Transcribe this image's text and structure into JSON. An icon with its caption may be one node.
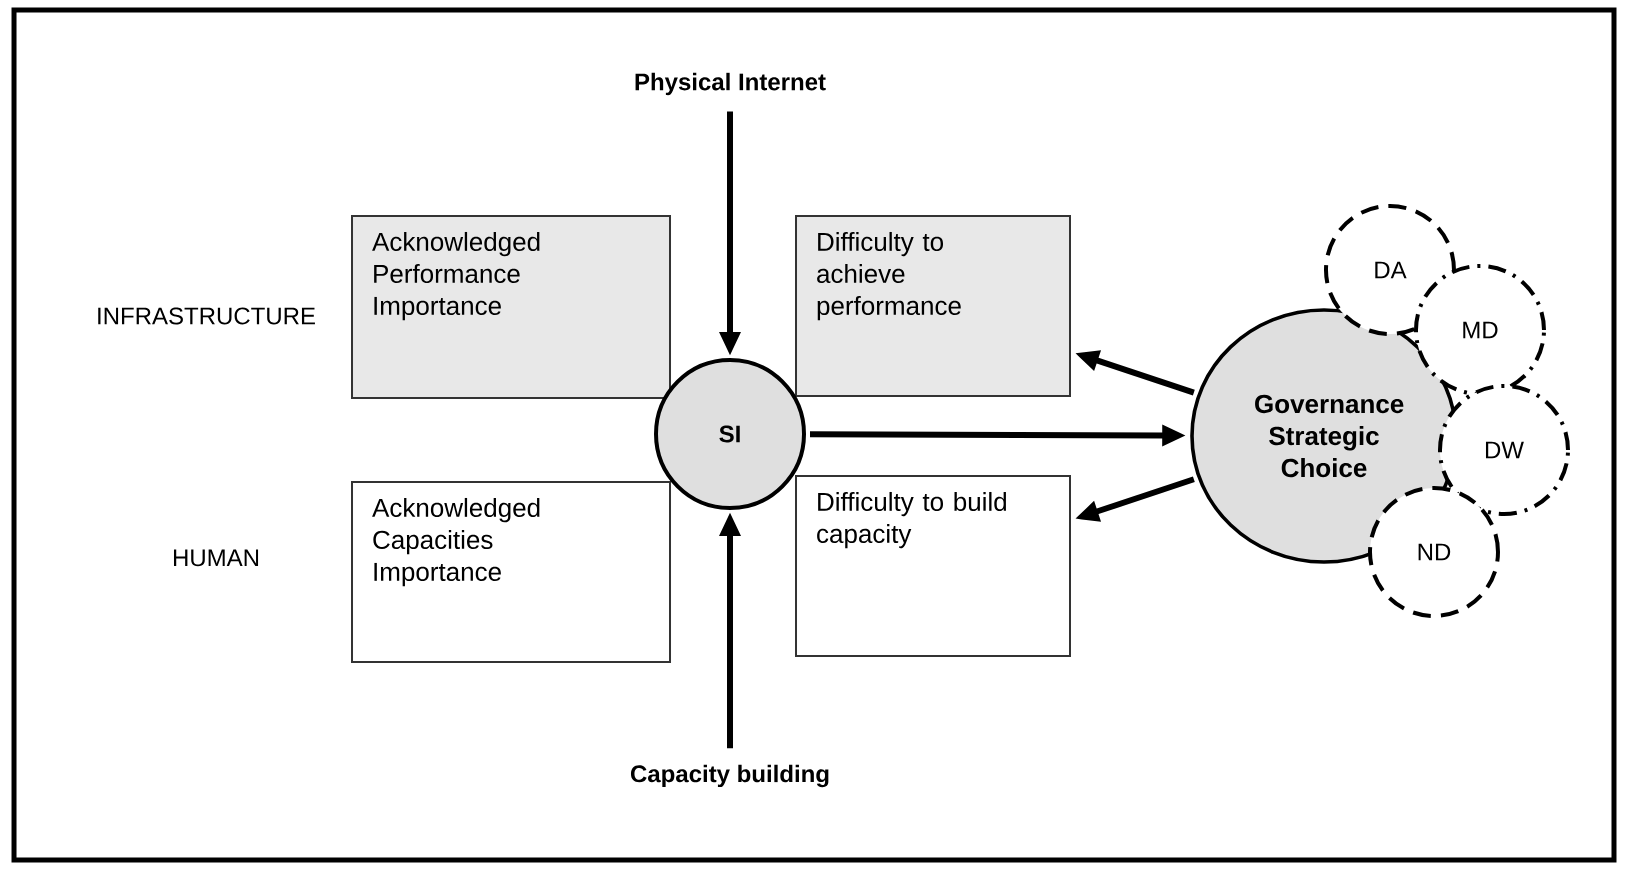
{
  "diagram": {
    "nodes": [
      {
        "text": [
          "Physical Internet"
        ]
      },
      {
        "text": [
          "Capacity building"
        ]
      },
      {
        "text": [
          "Acknowledged Performance Importance"
        ]
      },
      {
        "text": [
          "Difficulty to achieve performance"
        ]
      },
      {
        "text": [
          "Acknowledged Capacities Importance"
        ]
      },
      {
        "text": [
          "Difficulty to build capacity"
        ]
      },
      {
        "text": [
          "SI"
        ]
      },
      {
        "text": [
          "Governance Strategic Choice"
        ]
      },
      {
        "text": [
          "DA"
        ]
      },
      {
        "text": [
          "MD"
        ]
      },
      {
        "text": [
          "DW"
        ]
      },
      {
        "text": [
          "ND"
        ]
      }
    ],
    "edges": [
      {
        "from": 0,
        "to": 6,
        "arrow": "to"
      },
      {
        "from": 1,
        "to": 6,
        "arrow": "to"
      },
      {
        "from": 6,
        "to": 7,
        "arrow": "to"
      },
      {
        "from": 7,
        "to": 3,
        "arrow": "to"
      },
      {
        "from": 7,
        "to": 5,
        "arrow": "to"
      }
    ],
    "labels": [
      "INFRASTRUCTURE",
      "HUMAN"
    ]
  }
}
